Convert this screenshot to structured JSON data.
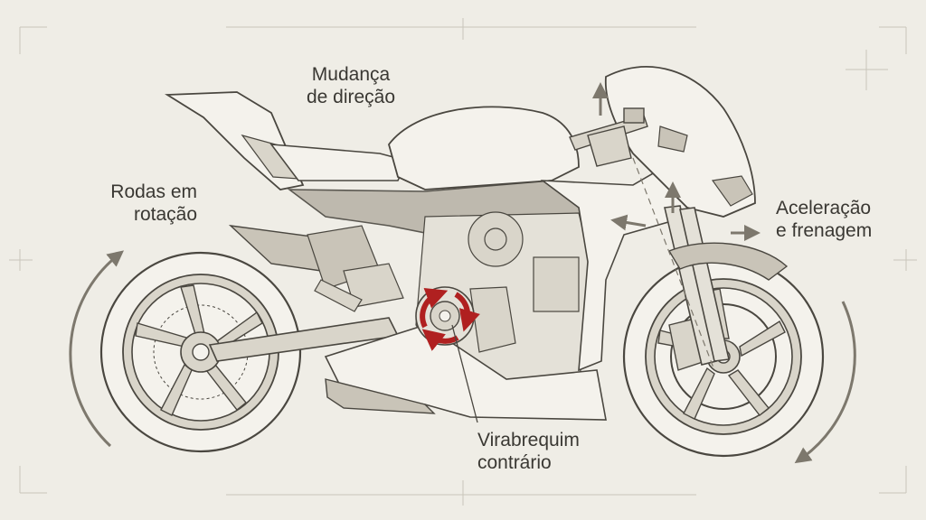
{
  "labels": {
    "steering": {
      "line1": "Mudança",
      "line2": "de direção"
    },
    "wheels": {
      "line1": "Rodas em",
      "line2": "rotação"
    },
    "accel": {
      "line1": "Aceleração",
      "line2": "e frenagem"
    },
    "crank": {
      "line1": "Virabrequim",
      "line2": "contrário"
    }
  },
  "colors": {
    "background": "#efede6",
    "line": "#4a4740",
    "shade": "#b9b4a8",
    "arrow": "#7d786d",
    "crank_arrow": "#b02020",
    "text": "#3a3833"
  }
}
